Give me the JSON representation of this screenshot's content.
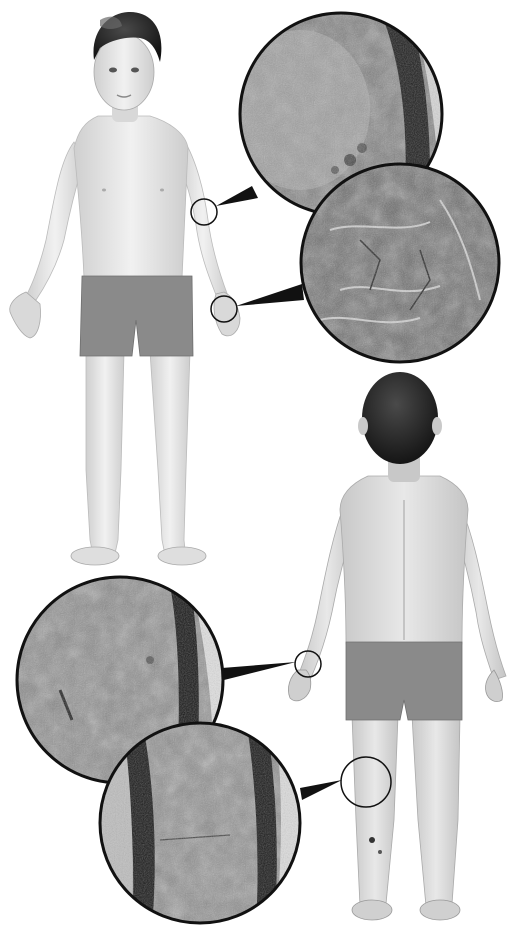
{
  "figure": {
    "views": [
      {
        "id": "front",
        "label": ""
      },
      {
        "id": "back",
        "label": ""
      }
    ],
    "magnifier_insets": [
      {
        "id": "front-upper",
        "target": "right-elbow-front"
      },
      {
        "id": "front-lower",
        "target": "right-wrist-front"
      },
      {
        "id": "back-upper",
        "target": "left-wrist-back"
      },
      {
        "id": "back-lower",
        "target": "left-knee-back"
      }
    ],
    "colors": {
      "skin": "#e4e4e4",
      "skin_shade": "#c9c9c9",
      "hair": "#1e1e1e",
      "shorts": "#8a8a8a",
      "inset_border": "#111111",
      "background": "#ffffff"
    }
  }
}
